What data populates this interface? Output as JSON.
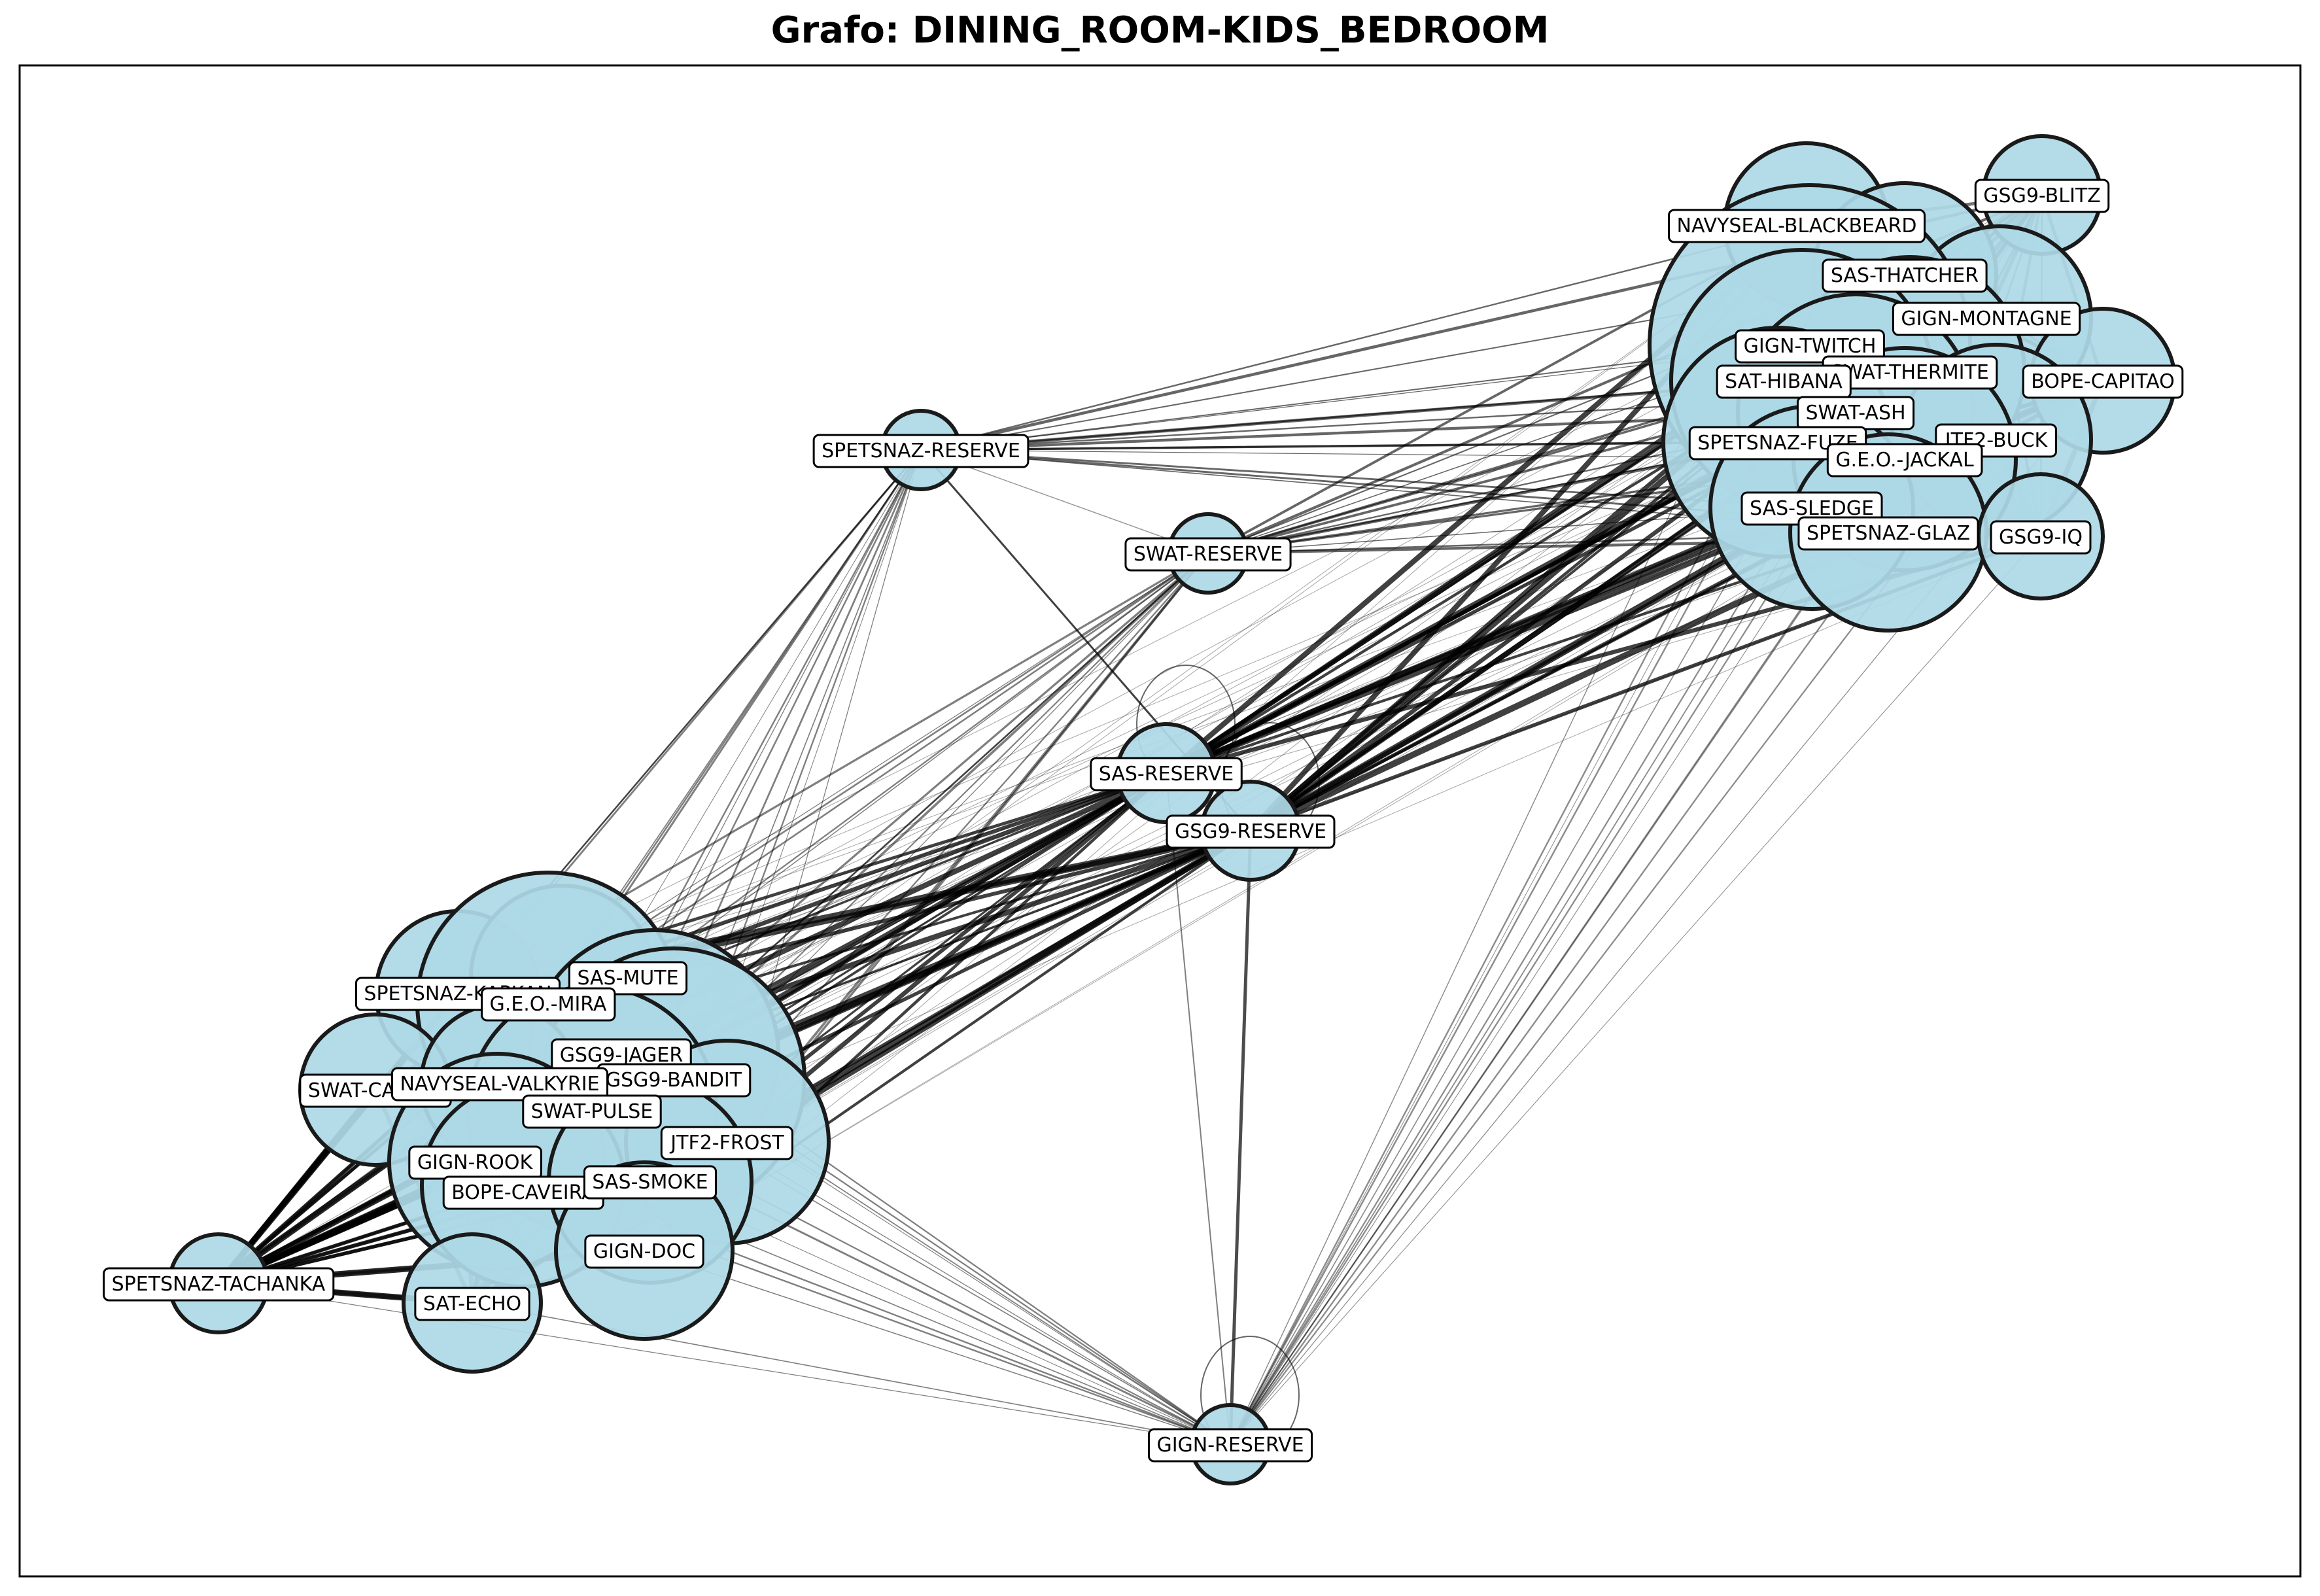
{
  "title": "Grafo: DINING_ROOM-KIDS_BEDROOM",
  "colors": {
    "node_fill": "#add8e6",
    "node_edge": "#1a1a1a",
    "edge": "#000000",
    "label_bg": "#ffffff"
  },
  "nodes": [
    {
      "id": "GSG9-BLITZ",
      "label": "GSG9-BLITZ",
      "group": "top-right",
      "weight": 1
    },
    {
      "id": "NAVYSEAL-BLACKBEARD",
      "label": "NAVYSEAL-BLACKBEARD",
      "group": "top-right",
      "weight": 1.6
    },
    {
      "id": "SAS-THATCHER",
      "label": "SAS-THATCHER",
      "group": "top-right",
      "weight": 1.8
    },
    {
      "id": "GIGN-MONTAGNE",
      "label": "GIGN-MONTAGNE",
      "group": "top-right",
      "weight": 1.6
    },
    {
      "id": "GIGN-TWITCH",
      "label": "GIGN-TWITCH",
      "group": "top-right",
      "weight": 2.6
    },
    {
      "id": "SWAT-THERMITE",
      "label": "SWAT-THERMITE",
      "group": "top-right",
      "weight": 2
    },
    {
      "id": "BOPE-CAPITAO",
      "label": "BOPE-CAPITAO",
      "group": "top-right",
      "weight": 1.4
    },
    {
      "id": "SAT-HIBANA",
      "label": "SAT-HIBANA",
      "group": "top-right",
      "weight": 2.4
    },
    {
      "id": "SWAT-ASH",
      "label": "SWAT-ASH",
      "group": "top-right",
      "weight": 2.2
    },
    {
      "id": "SPETSNAZ-FUZE",
      "label": "SPETSNAZ-FUZE",
      "group": "top-right",
      "weight": 2.6
    },
    {
      "id": "JTF2-BUCK",
      "label": "JTF2-BUCK",
      "group": "top-right",
      "weight": 1.6
    },
    {
      "id": "G.E.O.-JACKAL",
      "label": "G.E.O.-JACKAL",
      "group": "top-right",
      "weight": 2.4
    },
    {
      "id": "SAS-SLEDGE",
      "label": "SAS-SLEDGE",
      "group": "top-right",
      "weight": 2.2
    },
    {
      "id": "SPETSNAZ-GLAZ",
      "label": "SPETSNAZ-GLAZ",
      "group": "top-right",
      "weight": 2.4
    },
    {
      "id": "GSG9-IQ",
      "label": "GSG9-IQ",
      "group": "top-right",
      "weight": 1.4
    },
    {
      "id": "SPETSNAZ-RESERVE",
      "label": "SPETSNAZ-RESERVE",
      "group": "reserve",
      "weight": 0.5
    },
    {
      "id": "SWAT-RESERVE",
      "label": "SWAT-RESERVE",
      "group": "reserve",
      "weight": 0.5
    },
    {
      "id": "SAS-RESERVE",
      "label": "SAS-RESERVE",
      "group": "reserve",
      "weight": 0.6
    },
    {
      "id": "GSG9-RESERVE",
      "label": "GSG9-RESERVE",
      "group": "reserve",
      "weight": 0.6
    },
    {
      "id": "GIGN-RESERVE",
      "label": "GIGN-RESERVE",
      "group": "reserve",
      "weight": 0.5
    },
    {
      "id": "SPETSNAZ-KAPKAN",
      "label": "SPETSNAZ-KAPKAN",
      "group": "bottom-left",
      "weight": 1.6
    },
    {
      "id": "SAS-MUTE",
      "label": "SAS-MUTE",
      "group": "bottom-left",
      "weight": 1.8
    },
    {
      "id": "G.E.O.-MIRA",
      "label": "G.E.O.-MIRA",
      "group": "bottom-left",
      "weight": 2.6
    },
    {
      "id": "GSG9-JAGER",
      "label": "GSG9-JAGER",
      "group": "bottom-left",
      "weight": 2.4
    },
    {
      "id": "GSG9-BANDIT",
      "label": "GSG9-BANDIT",
      "group": "bottom-left",
      "weight": 2.6
    },
    {
      "id": "SWAT-CASTLE",
      "label": "SWAT-CASTLE",
      "group": "bottom-left",
      "weight": 1.4
    },
    {
      "id": "NAVYSEAL-VALKYRIE",
      "label": "NAVYSEAL-VALKYRIE",
      "group": "bottom-left",
      "weight": 1.8
    },
    {
      "id": "SWAT-PULSE",
      "label": "SWAT-PULSE",
      "group": "bottom-left",
      "weight": 2
    },
    {
      "id": "JTF2-FROST",
      "label": "JTF2-FROST",
      "group": "bottom-left",
      "weight": 2
    },
    {
      "id": "GIGN-ROOK",
      "label": "GIGN-ROOK",
      "group": "bottom-left",
      "weight": 2.2
    },
    {
      "id": "BOPE-CAVEIRA",
      "label": "BOPE-CAVEIRA",
      "group": "bottom-left",
      "weight": 2
    },
    {
      "id": "SAS-SMOKE",
      "label": "SAS-SMOKE",
      "group": "bottom-left",
      "weight": 1.8
    },
    {
      "id": "GIGN-DOC",
      "label": "GIGN-DOC",
      "group": "bottom-left",
      "weight": 1.8
    },
    {
      "id": "SPETSNAZ-TACHANKA",
      "label": "SPETSNAZ-TACHANKA",
      "group": "bottom-left",
      "weight": 0.6
    },
    {
      "id": "SAT-ECHO",
      "label": "SAT-ECHO",
      "group": "bottom-left",
      "weight": 1.2
    }
  ],
  "self_loops": [
    "SAS-RESERVE",
    "GSG9-RESERVE",
    "GIGN-RESERVE"
  ]
}
